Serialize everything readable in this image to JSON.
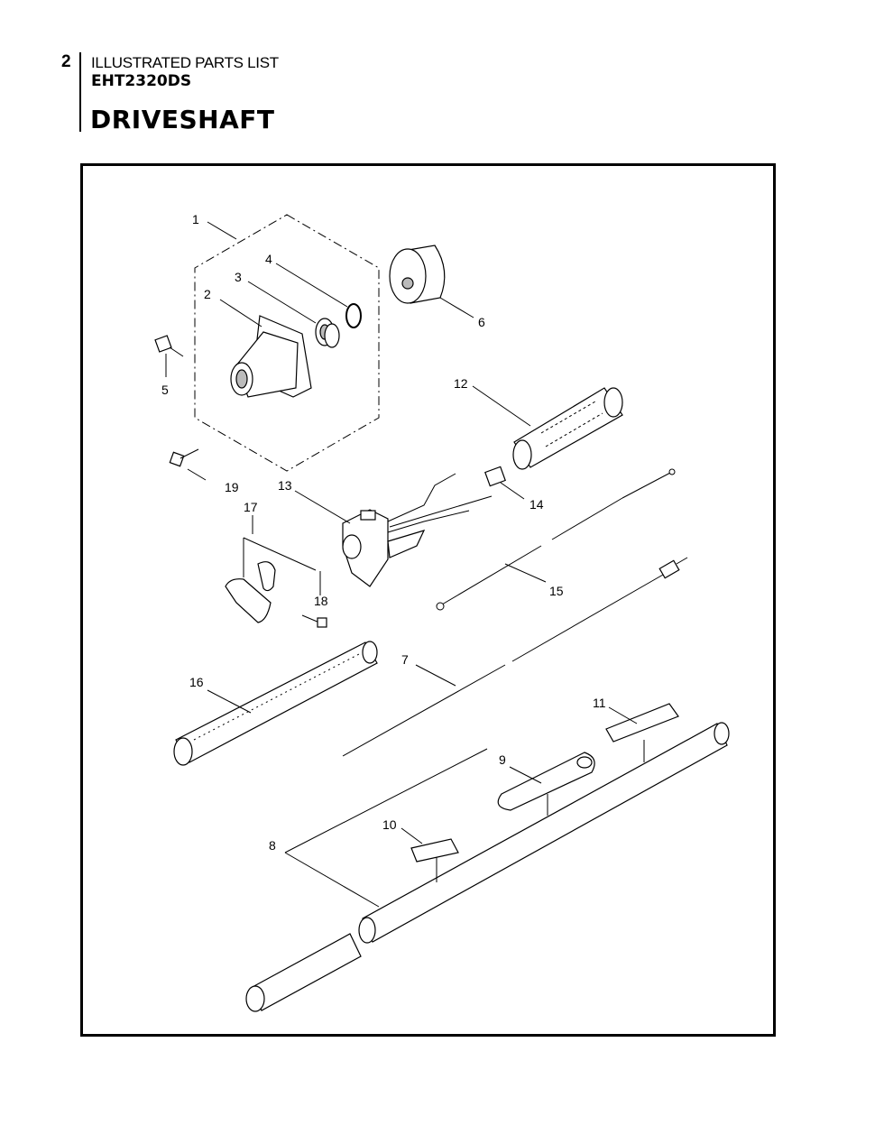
{
  "header": {
    "page_number": "2",
    "section": "ILLUSTRATED PARTS LIST",
    "model": "EHT2320DS",
    "title": "DRIVESHAFT"
  },
  "callouts": [
    "1",
    "2",
    "3",
    "4",
    "5",
    "6",
    "7",
    "8",
    "9",
    "10",
    "11",
    "12",
    "13",
    "14",
    "15",
    "16",
    "17",
    "18",
    "19"
  ]
}
